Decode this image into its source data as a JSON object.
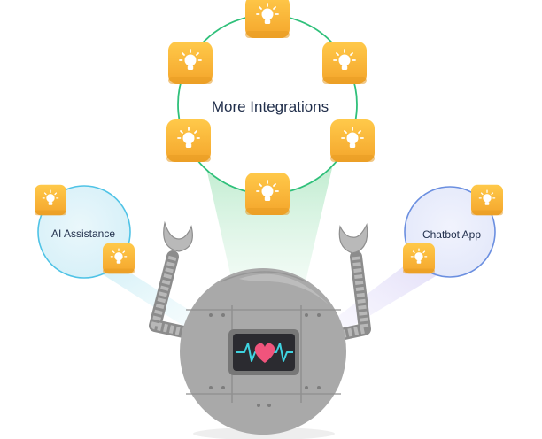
{
  "diagram": {
    "center_circle": {
      "label": "More Integrations",
      "color": "#2fc07a",
      "icon_count": 6
    },
    "left_circle": {
      "label": "AI Assistance",
      "color": "#4fc3e6",
      "icon_count": 2
    },
    "right_circle": {
      "label": "Chatbot App",
      "color": "#6b8fe0",
      "icon_count": 2
    },
    "icon_name": "lightbulb-icon",
    "icon_color": "#f7b733",
    "robot": {
      "screen_icon": "heart-icon",
      "heart_color": "#f0547c",
      "pulse_color": "#3fd3e0",
      "body_color": "#a9a9a9"
    }
  }
}
